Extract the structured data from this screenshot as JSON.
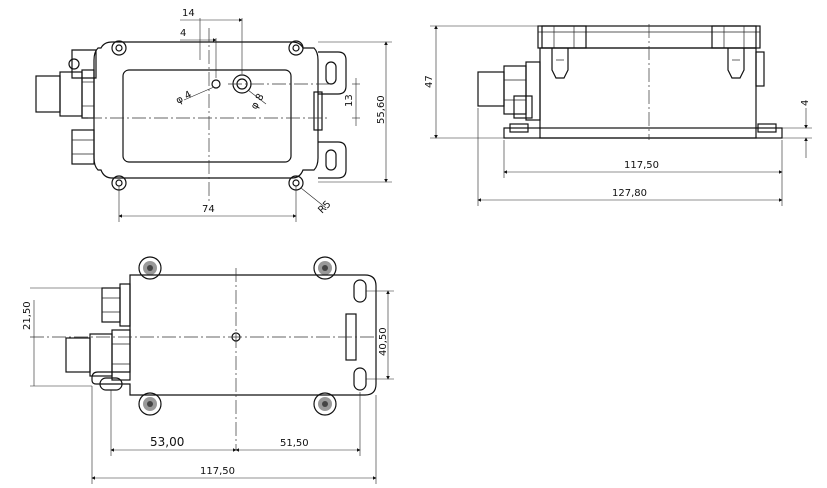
{
  "views": {
    "top": {
      "labels": {
        "d14": "14",
        "d4": "4",
        "phi4": "φ 4",
        "phi8": "φ 8",
        "d13": "13",
        "d5560": "55,60",
        "d74": "74",
        "r5": "R5"
      }
    },
    "side": {
      "labels": {
        "d47": "47",
        "d4": "4",
        "d11750": "117,50",
        "d12780": "127,80"
      }
    },
    "bottom": {
      "labels": {
        "d2150": "21,50",
        "d4050": "40,50",
        "d5300": "53,00",
        "d5150": "51,50",
        "d11750": "117,50"
      }
    }
  }
}
